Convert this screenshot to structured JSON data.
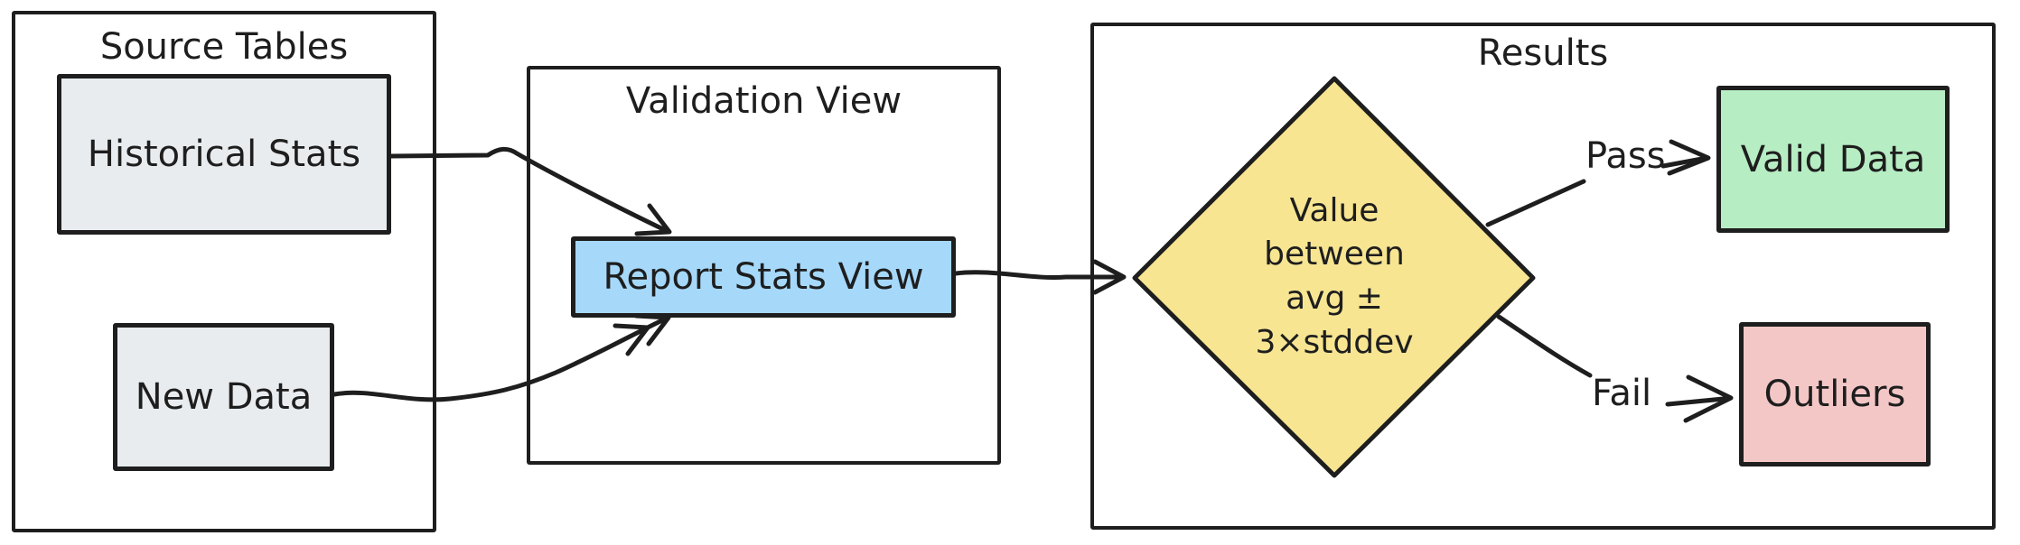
{
  "diagram": {
    "type": "flowchart",
    "groups": {
      "source_tables": {
        "title": "Source Tables"
      },
      "validation_view": {
        "title": "Validation View"
      },
      "results": {
        "title": "Results"
      }
    },
    "nodes": {
      "historical_stats": {
        "label": "Historical Stats",
        "shape": "rectangle",
        "fill": "#e8ecef"
      },
      "new_data": {
        "label": "New Data",
        "shape": "rectangle",
        "fill": "#e8ecef"
      },
      "report_stats_view": {
        "label": "Report Stats View",
        "shape": "rectangle",
        "fill": "#a6d8fa"
      },
      "decision": {
        "label": "Value\nbetween\navg ±\n3×stddev",
        "shape": "diamond",
        "fill": "#f7e592"
      },
      "valid_data": {
        "label": "Valid Data",
        "shape": "rectangle",
        "fill": "#b7edc3"
      },
      "outliers": {
        "label": "Outliers",
        "shape": "rectangle",
        "fill": "#f4c7c7"
      }
    },
    "edges": {
      "historical_to_report": {
        "from": "historical_stats",
        "to": "report_stats_view"
      },
      "new_data_to_report": {
        "from": "new_data",
        "to": "report_stats_view"
      },
      "report_to_decision": {
        "from": "report_stats_view",
        "to": "decision"
      },
      "decision_pass": {
        "from": "decision",
        "to": "valid_data",
        "label": "Pass"
      },
      "decision_fail": {
        "from": "decision",
        "to": "outliers",
        "label": "Fail"
      }
    },
    "colors": {
      "stroke": "#1e1e1e",
      "background": "#ffffff",
      "gray_fill": "#e8ecef",
      "blue_fill": "#a6d8fa",
      "yellow_fill": "#f7e592",
      "green_fill": "#b7edc3",
      "pink_fill": "#f4c7c7"
    }
  }
}
